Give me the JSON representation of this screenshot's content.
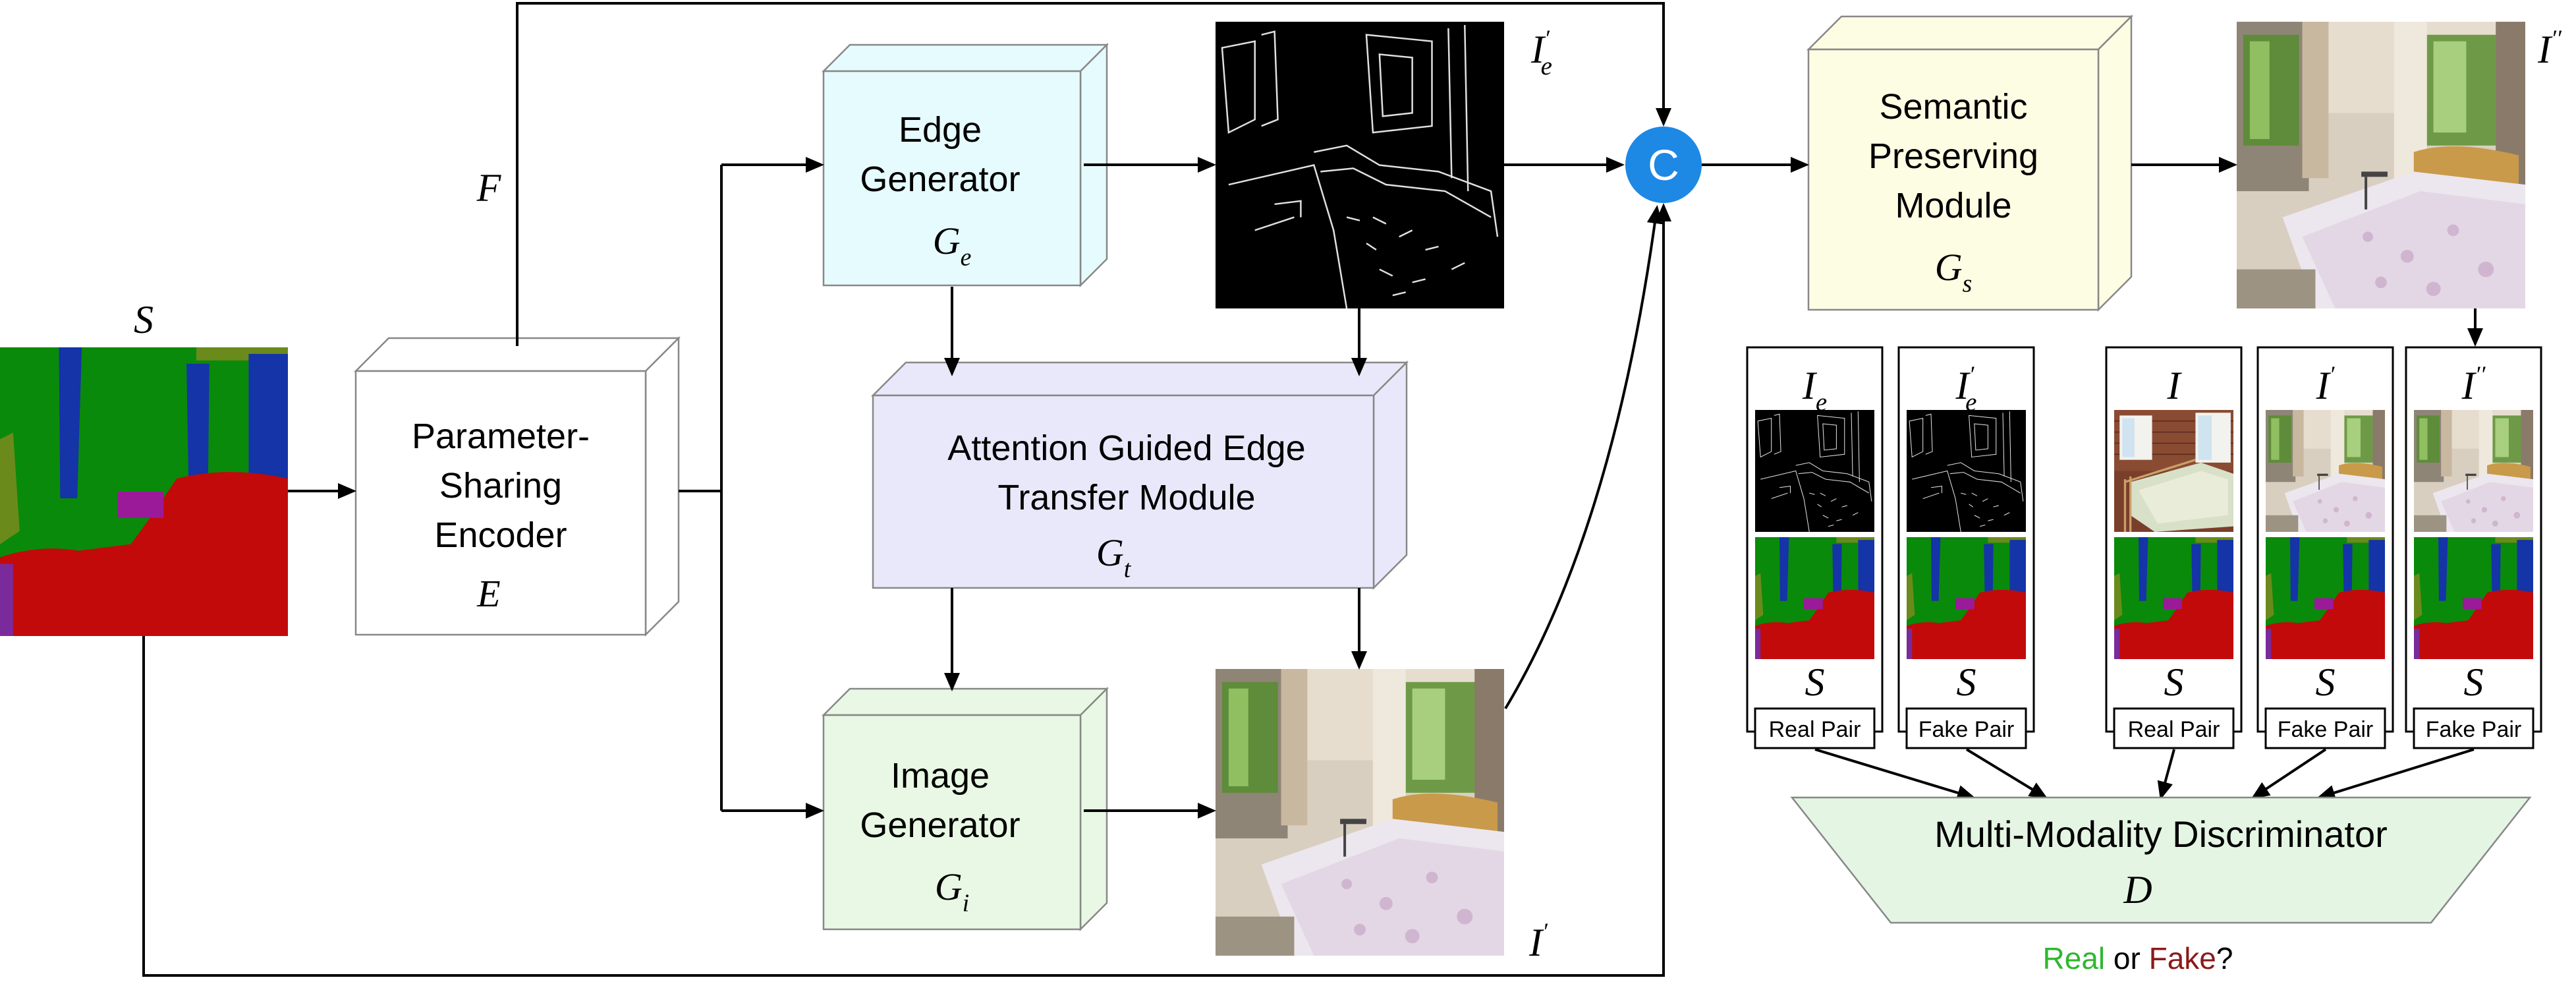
{
  "colors": {
    "line": "#000000",
    "edge_generator_fill": "#e6fbfd",
    "semantic_module_fill": "#fdfde4",
    "attention_module_fill": "#e9e8fb",
    "image_generator_fill": "#e8f8e4",
    "discriminator_fill": "#e4f5e4",
    "concat_fill": "#1e88e5",
    "real_text": "#2eb82e",
    "fake_text": "#8b1a1a",
    "seg_green": "#0a8a0a",
    "seg_blue": "#1434a8",
    "seg_olive": "#6b8a1c",
    "seg_red": "#c20a0a",
    "seg_purple": "#7a2a9a"
  },
  "encoder": {
    "line1": "Parameter-",
    "line2": "Sharing",
    "line3": "Encoder",
    "symbol": "E"
  },
  "edge_generator": {
    "line1": "Edge",
    "line2": "Generator",
    "symbol": "G",
    "sub": "e"
  },
  "attention_module": {
    "line1": "Attention Guided Edge",
    "line2": "Transfer Module",
    "symbol": "G",
    "sub": "t"
  },
  "image_generator": {
    "line1": "Image",
    "line2": "Generator",
    "symbol": "G",
    "sub": "i"
  },
  "semantic_module": {
    "line1": "Semantic",
    "line2": "Preserving",
    "line3": "Module",
    "symbol": "G",
    "sub": "s"
  },
  "concat": {
    "label": "C"
  },
  "labels": {
    "S": "S",
    "F": "F",
    "I_prime_e": {
      "base": "I",
      "prime": "′",
      "sub": "e"
    },
    "I_prime": {
      "base": "I",
      "prime": "′"
    },
    "I_double_prime": {
      "base": "I",
      "prime": "′′"
    }
  },
  "pairs": [
    {
      "top": {
        "base": "I",
        "prime": "",
        "sub": "e"
      },
      "bottom": "S",
      "label": "Real Pair",
      "img": "edge"
    },
    {
      "top": {
        "base": "I",
        "prime": "′",
        "sub": "e"
      },
      "bottom": "S",
      "label": "Fake Pair",
      "img": "edge"
    },
    {
      "top": {
        "base": "I",
        "prime": "",
        "sub": ""
      },
      "bottom": "S",
      "label": "Real Pair",
      "img": "room"
    },
    {
      "top": {
        "base": "I",
        "prime": "′",
        "sub": ""
      },
      "bottom": "S",
      "label": "Fake Pair",
      "img": "bedroom"
    },
    {
      "top": {
        "base": "I",
        "prime": "′′",
        "sub": ""
      },
      "bottom": "S",
      "label": "Fake Pair",
      "img": "bedroom"
    }
  ],
  "discriminator": {
    "title": "Multi-Modality Discriminator",
    "symbol": "D"
  },
  "outcome": {
    "real": "Real",
    "or": " or ",
    "fake": "Fake",
    "q": "?"
  }
}
